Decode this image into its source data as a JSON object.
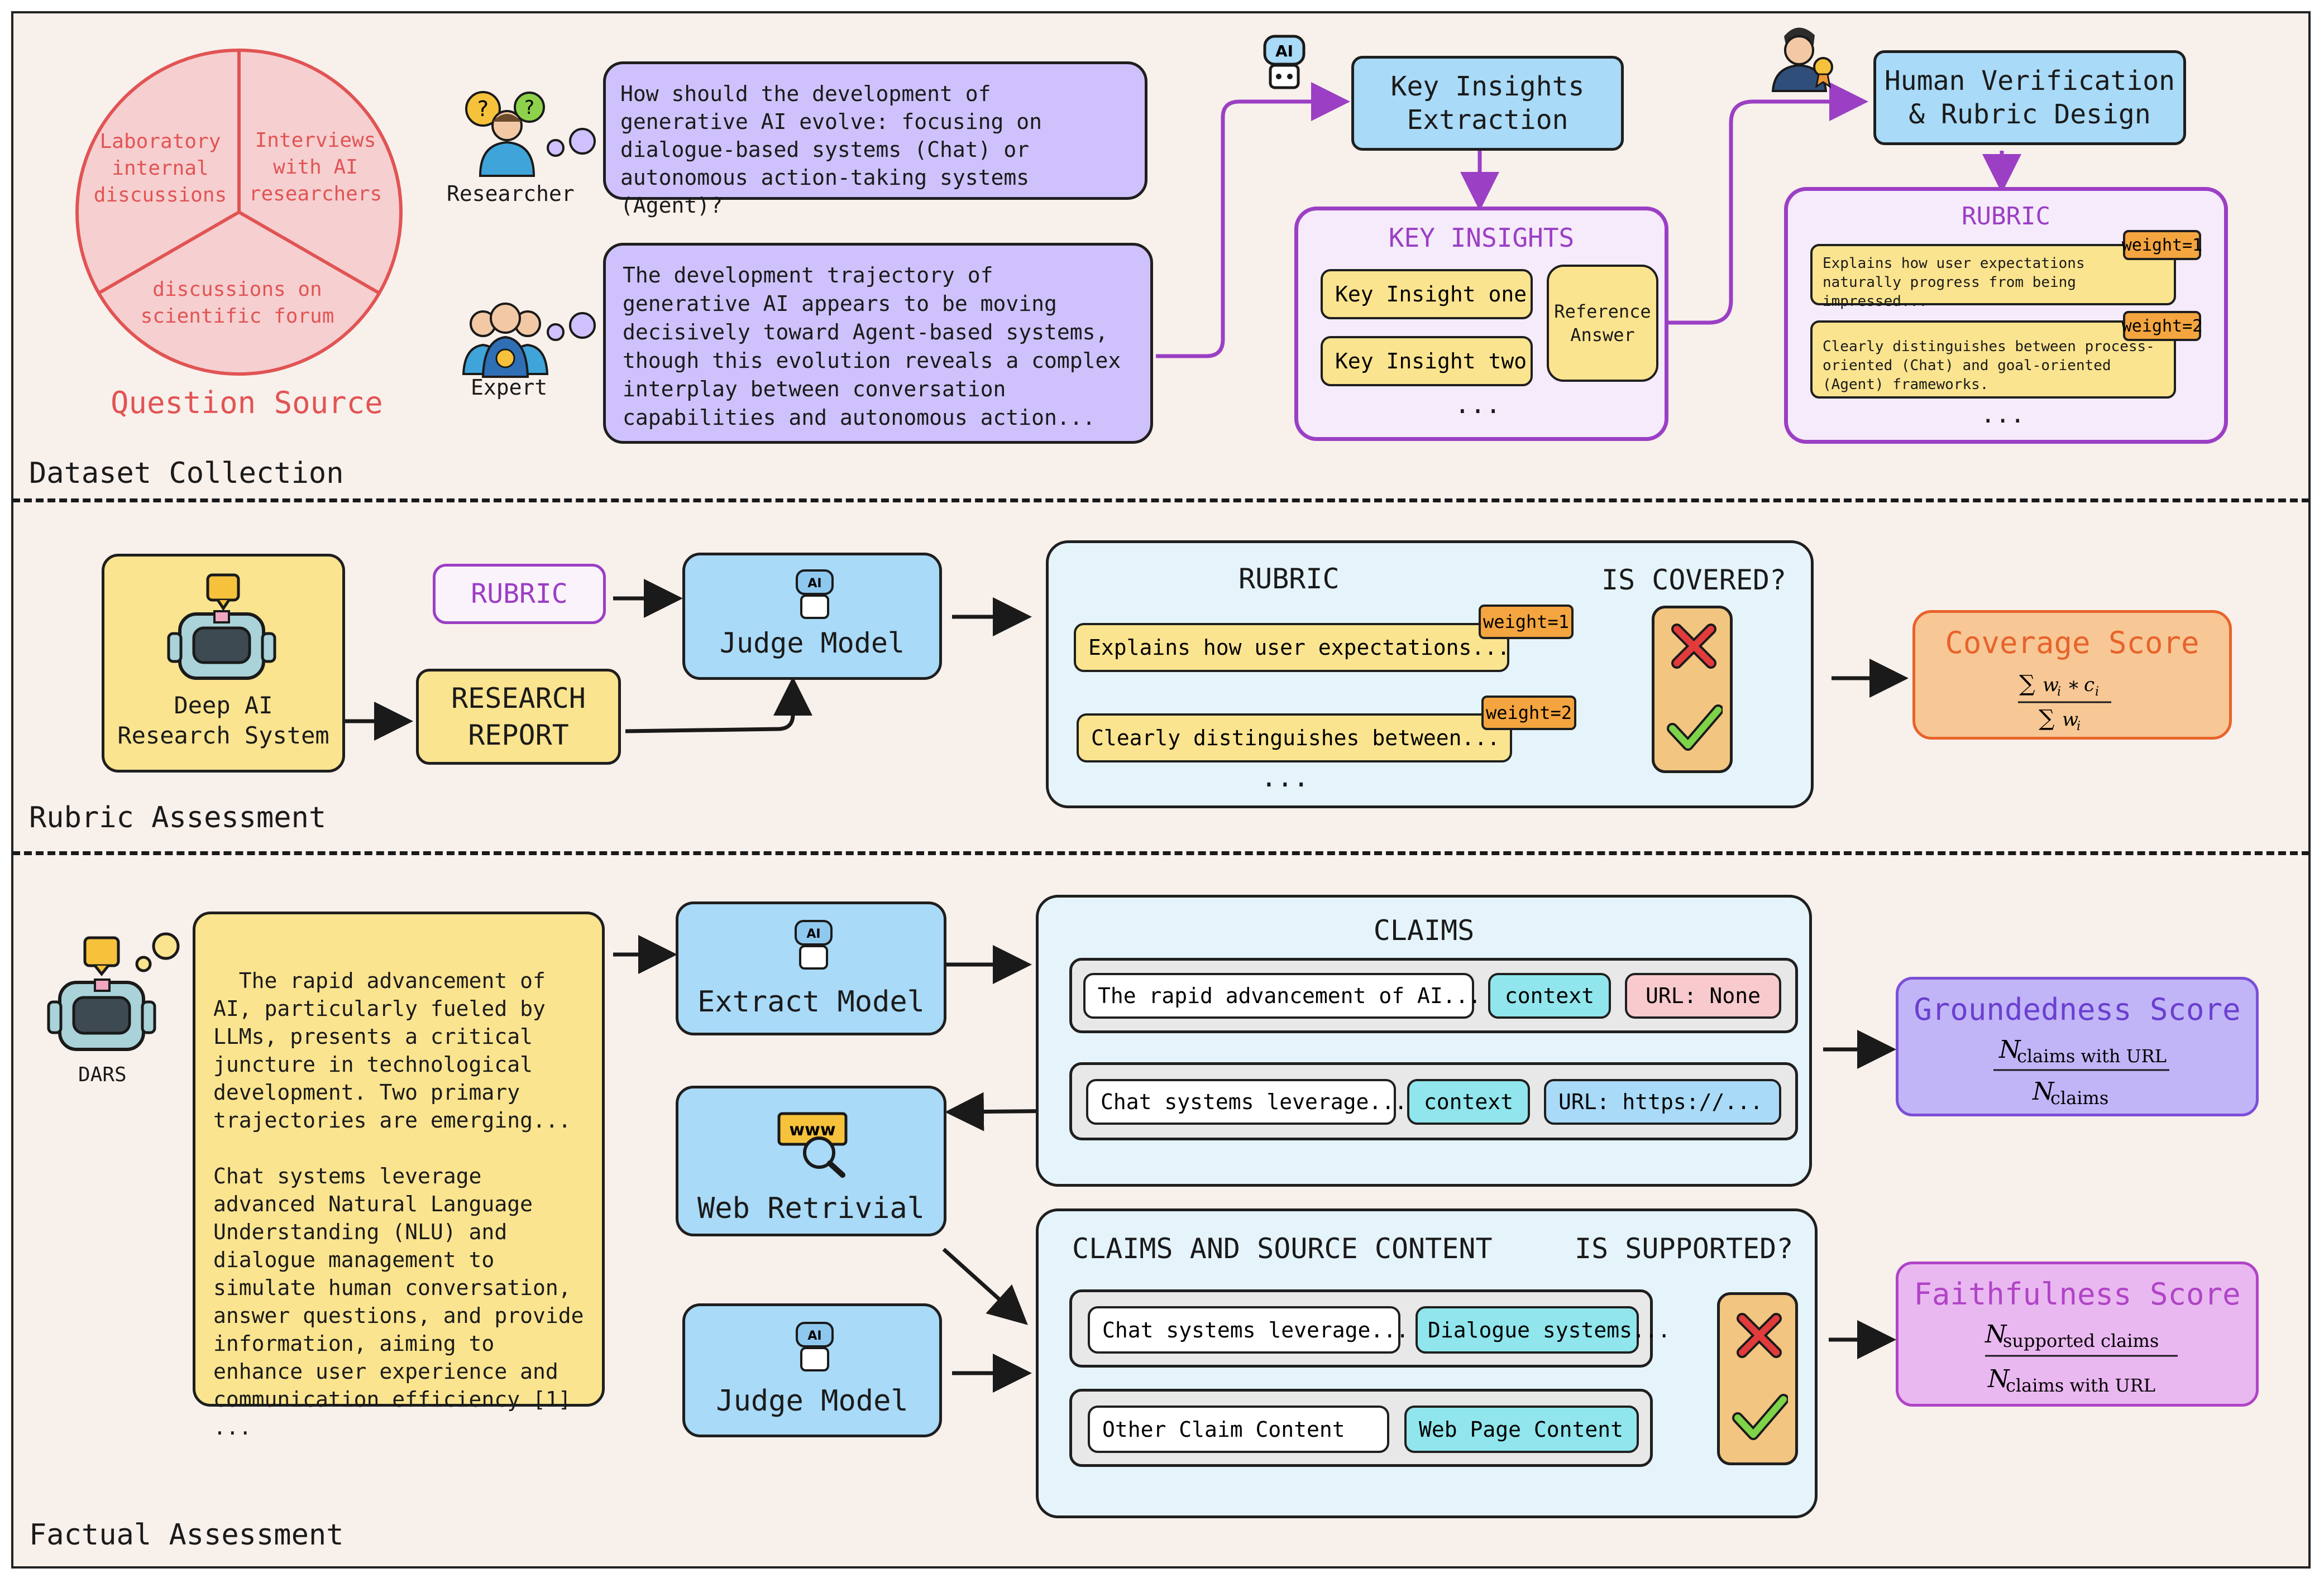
{
  "sections": {
    "dataset": "Dataset Collection",
    "rubric": "Rubric Assessment",
    "factual": "Factual Assessment"
  },
  "question_source": {
    "title": "Question Source",
    "slices": [
      "Laboratory internal discussions",
      "Interviews with AI researchers",
      "discussions on scientific forum"
    ]
  },
  "people": {
    "researcher": "Researcher",
    "expert": "Expert"
  },
  "question_text": "How should the development of generative AI evolve: focusing on dialogue-based systems (Chat) or autonomous action-taking systems (Agent)?",
  "expert_text": "The development trajectory of generative AI appears to be moving decisively toward Agent-based systems, though this evolution reveals a complex interplay between conversation capabilities and autonomous action...",
  "key_insights_extraction": "Key Insights Extraction",
  "key_insights": {
    "title": "KEY INSIGHTS",
    "items": [
      "Key Insight one",
      "Key Insight two"
    ],
    "reference": "Reference Answer",
    "more": "..."
  },
  "human_verification": "Human Verification & Rubric Design",
  "rubric_panel": {
    "title": "RUBRIC",
    "items": [
      {
        "text": "Explains how user expectations naturally progress from being impressed...",
        "weight": "weight=1"
      },
      {
        "text": "Clearly distinguishes between process-oriented (Chat) and goal-oriented (Agent) frameworks.",
        "weight": "weight=2"
      }
    ],
    "more": "..."
  },
  "rubric_assessment": {
    "system_label": "Deep AI Research System",
    "rubric_tag": "RUBRIC",
    "report": "RESEARCH REPORT",
    "judge": "Judge Model",
    "panel_title": "RUBRIC",
    "covered_title": "IS COVERED?",
    "items": [
      {
        "text": "Explains how user expectations...",
        "weight": "weight=1"
      },
      {
        "text": "Clearly distinguishes between...",
        "weight": "weight=2"
      }
    ],
    "more": "...",
    "score_title": "Coverage Score"
  },
  "factual_assessment": {
    "agent_label": "DARS",
    "report_text": "The rapid advancement of AI, particularly fueled by LLMs, presents a critical juncture in technological development. Two primary trajectories are emerging...\n\nChat systems leverage advanced Natural Language Understanding (NLU) and dialogue management to simulate human conversation, answer questions, and provide information, aiming to enhance user experience and communication efficiency [1]\n...",
    "extract_model": "Extract Model",
    "web_retrieval": "Web Retrivial",
    "judge_model": "Judge Model",
    "claims_title": "CLAIMS",
    "claims": [
      {
        "text": "The rapid advancement of AI...",
        "context": "context",
        "url": "URL: None"
      },
      {
        "text": "Chat systems leverage...",
        "context": "context",
        "url": "URL: https://..."
      }
    ],
    "source_title": "CLAIMS AND SOURCE CONTENT",
    "supported_title": "IS SUPPORTED?",
    "pairs": [
      {
        "claim": "Chat systems leverage...",
        "source": "Dialogue systems..."
      },
      {
        "claim": "Other Claim Content",
        "source": "Web Page Content"
      }
    ],
    "groundedness_title": "Groundedness Score",
    "faithfulness_title": "Faithfulness Score"
  },
  "icons": {
    "web_badge": "www",
    "ai_badge": "AI"
  },
  "colors": {
    "purple": "#cfc1fb",
    "blue": "#a9daf7",
    "yellow": "#fbe48f",
    "magenta": "#9b3fc4",
    "red_source": "#e15454",
    "orange_score": "#f7c896"
  }
}
